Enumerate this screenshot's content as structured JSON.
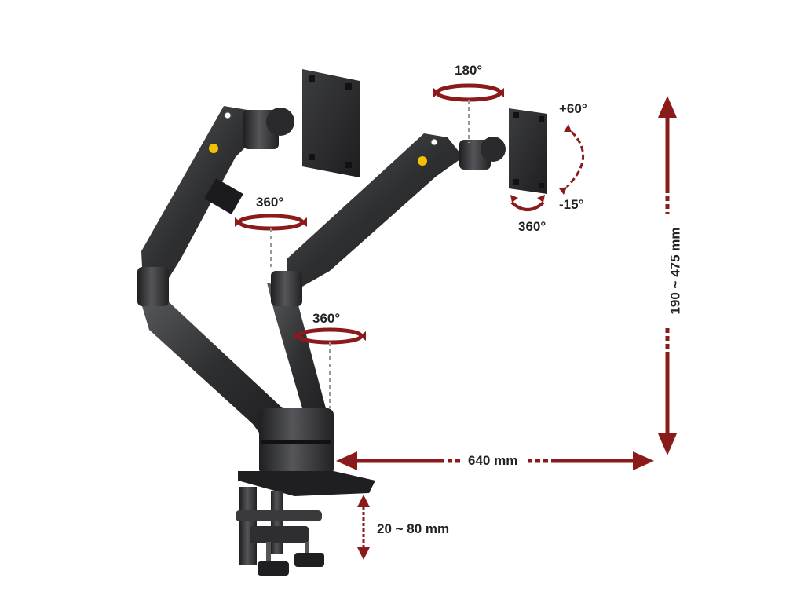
{
  "labels": {
    "swivel_arm": "360°",
    "swivel_base": "360°",
    "rotate_vesa": "180°",
    "tilt_up": "+60°",
    "tilt_down": "-15°",
    "rotate_screen": "360°",
    "reach": "640 mm",
    "height_range": "190 ~ 475 mm",
    "clamp_range": "20 ~ 80 mm"
  },
  "colors": {
    "arrow": "#8b1a1a",
    "metal_dark": "#2b2b2d",
    "metal_mid": "#48494c",
    "badge": "#f2c200"
  },
  "icons": [
    "rotation-arrow-icon",
    "tilt-arrow-icon",
    "dimension-arrow-icon",
    "brand-badge-icon"
  ]
}
